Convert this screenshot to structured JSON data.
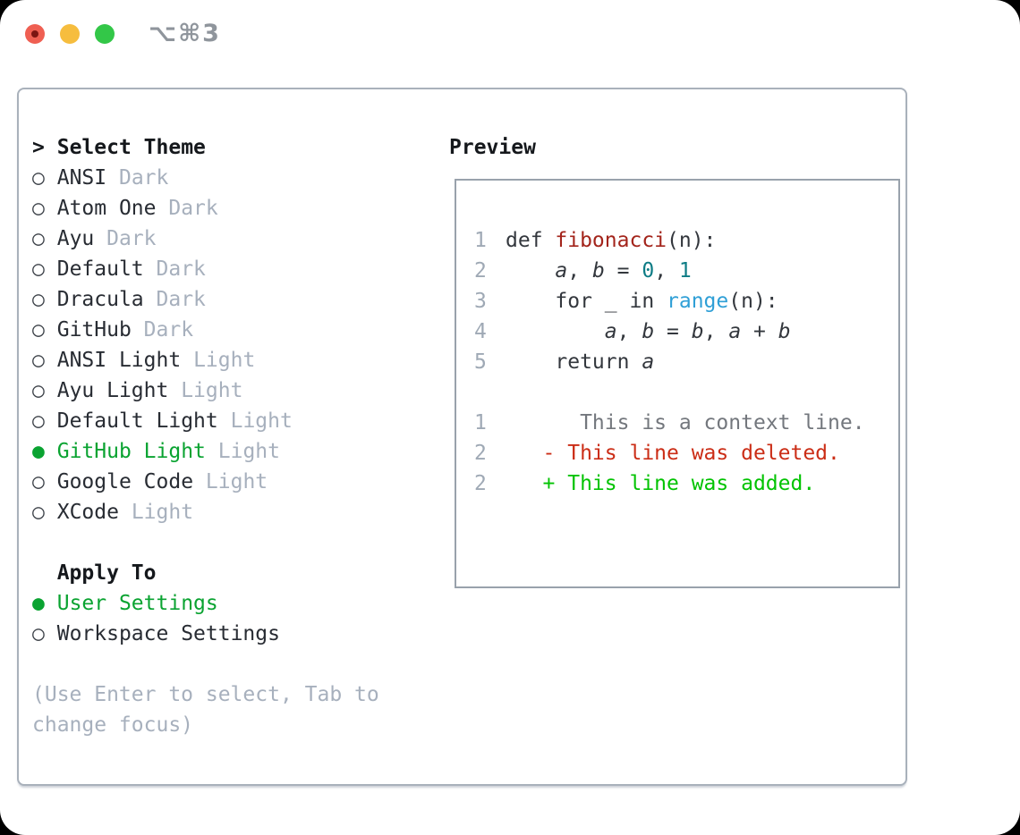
{
  "window": {
    "title": "⌥⌘3"
  },
  "traffic_lights": [
    {
      "id": "close-button",
      "label": "close"
    },
    {
      "id": "minimize-button",
      "label": "minimize"
    },
    {
      "id": "zoom-button",
      "label": "zoom"
    }
  ],
  "icons": {
    "radio_unselected": "○",
    "radio_selected": "●",
    "selection_cursor": ">"
  },
  "theme_panel": {
    "header": "Select Theme",
    "items": [
      {
        "name": "ANSI",
        "variant": "Dark",
        "selected": false
      },
      {
        "name": "Atom One",
        "variant": "Dark",
        "selected": false
      },
      {
        "name": "Ayu",
        "variant": "Dark",
        "selected": false
      },
      {
        "name": "Default",
        "variant": "Dark",
        "selected": false
      },
      {
        "name": "Dracula",
        "variant": "Dark",
        "selected": false
      },
      {
        "name": "GitHub",
        "variant": "Dark",
        "selected": false
      },
      {
        "name": "ANSI Light",
        "variant": "Light",
        "selected": false
      },
      {
        "name": "Ayu Light",
        "variant": "Light",
        "selected": false
      },
      {
        "name": "Default Light",
        "variant": "Light",
        "selected": false
      },
      {
        "name": "GitHub Light",
        "variant": "Light",
        "selected": true
      },
      {
        "name": "Google Code",
        "variant": "Light",
        "selected": false
      },
      {
        "name": "XCode",
        "variant": "Light",
        "selected": false
      }
    ],
    "apply_to": {
      "header": "Apply To",
      "options": [
        {
          "name": "User Settings",
          "selected": true
        },
        {
          "name": "Workspace Settings",
          "selected": false
        }
      ]
    },
    "hint_lines": [
      "(Use Enter to select, Tab to",
      "change focus)"
    ]
  },
  "preview": {
    "header": "Preview",
    "code_lines": [
      {
        "num": "1",
        "segments": [
          {
            "t": "def ",
            "c": "code"
          },
          {
            "t": "fibonacci",
            "c": "func"
          },
          {
            "t": "(n):",
            "c": "code"
          }
        ]
      },
      {
        "num": "2",
        "segments": [
          {
            "t": "    ",
            "c": "code"
          },
          {
            "t": "a",
            "c": "var"
          },
          {
            "t": ", ",
            "c": "code"
          },
          {
            "t": "b",
            "c": "var"
          },
          {
            "t": " = ",
            "c": "code"
          },
          {
            "t": "0",
            "c": "num"
          },
          {
            "t": ", ",
            "c": "code"
          },
          {
            "t": "1",
            "c": "num"
          }
        ]
      },
      {
        "num": "3",
        "segments": [
          {
            "t": "    for _ in ",
            "c": "code"
          },
          {
            "t": "range",
            "c": "builtin"
          },
          {
            "t": "(n):",
            "c": "code"
          }
        ]
      },
      {
        "num": "4",
        "segments": [
          {
            "t": "        ",
            "c": "code"
          },
          {
            "t": "a",
            "c": "var"
          },
          {
            "t": ", ",
            "c": "code"
          },
          {
            "t": "b",
            "c": "var"
          },
          {
            "t": " = ",
            "c": "code"
          },
          {
            "t": "b",
            "c": "var"
          },
          {
            "t": ", ",
            "c": "code"
          },
          {
            "t": "a",
            "c": "var"
          },
          {
            "t": " + ",
            "c": "code"
          },
          {
            "t": "b",
            "c": "var"
          }
        ]
      },
      {
        "num": "5",
        "segments": [
          {
            "t": "    return ",
            "c": "code"
          },
          {
            "t": "a",
            "c": "var"
          }
        ]
      }
    ],
    "diff_lines": [
      {
        "num": "1",
        "kind": "context",
        "text": "      This is a context line."
      },
      {
        "num": "2",
        "kind": "deleted",
        "text": "   - This line was deleted."
      },
      {
        "num": "2",
        "kind": "added",
        "text": "   + This line was added."
      }
    ]
  },
  "colors": {
    "selected_green": "#0aa331",
    "added_green": "#02c302",
    "deleted_red": "#cb2d16",
    "function_red": "#a3241b",
    "number_teal": "#0e7c85",
    "builtin_blue": "#2f9fd6",
    "context_gray": "#73777d",
    "muted_gray": "#a7b0bd",
    "panel_border": "#a9b1bb",
    "traffic_red": "#ef5f52",
    "traffic_yellow": "#f6bd3e",
    "traffic_green": "#33c748"
  }
}
